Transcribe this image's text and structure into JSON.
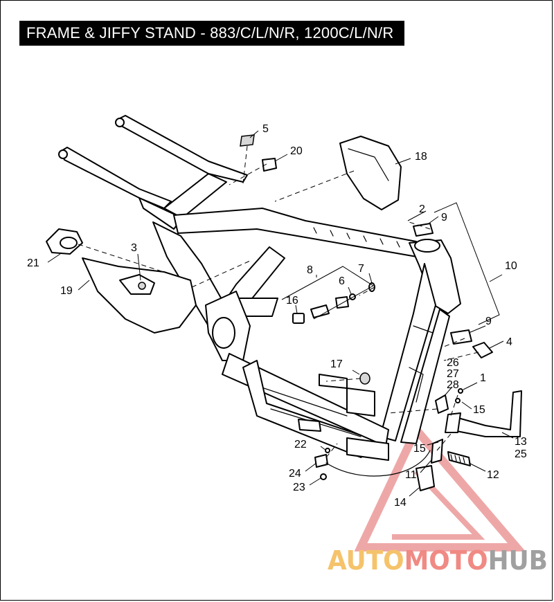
{
  "title": "FRAME & JIFFY STAND - 883/C/L/N/R, 1200C/L/N/R",
  "callouts": [
    {
      "id": "c1",
      "label": "1"
    },
    {
      "id": "c2",
      "label": "2"
    },
    {
      "id": "c3",
      "label": "3"
    },
    {
      "id": "c4",
      "label": "4"
    },
    {
      "id": "c5",
      "label": "5"
    },
    {
      "id": "c6",
      "label": "6"
    },
    {
      "id": "c7",
      "label": "7"
    },
    {
      "id": "c8",
      "label": "8"
    },
    {
      "id": "c9a",
      "label": "9"
    },
    {
      "id": "c9b",
      "label": "9"
    },
    {
      "id": "c10",
      "label": "10"
    },
    {
      "id": "c11",
      "label": "11"
    },
    {
      "id": "c12",
      "label": "12"
    },
    {
      "id": "c13",
      "label": "13"
    },
    {
      "id": "c14",
      "label": "14"
    },
    {
      "id": "c15a",
      "label": "15"
    },
    {
      "id": "c15b",
      "label": "15"
    },
    {
      "id": "c16",
      "label": "16"
    },
    {
      "id": "c17",
      "label": "17"
    },
    {
      "id": "c18",
      "label": "18"
    },
    {
      "id": "c19",
      "label": "19"
    },
    {
      "id": "c20",
      "label": "20"
    },
    {
      "id": "c21",
      "label": "21"
    },
    {
      "id": "c22",
      "label": "22"
    },
    {
      "id": "c23",
      "label": "23"
    },
    {
      "id": "c24",
      "label": "24"
    },
    {
      "id": "c25",
      "label": "25"
    },
    {
      "id": "c26",
      "label": "26"
    },
    {
      "id": "c27",
      "label": "27"
    },
    {
      "id": "c28",
      "label": "28"
    }
  ],
  "watermark": {
    "part1": "AUTO",
    "part2": "MOTO",
    "part3": "HUB",
    "color_auto": "#f5c36b",
    "color_moto": "#f08a84",
    "color_hub": "#a0a0a0"
  }
}
